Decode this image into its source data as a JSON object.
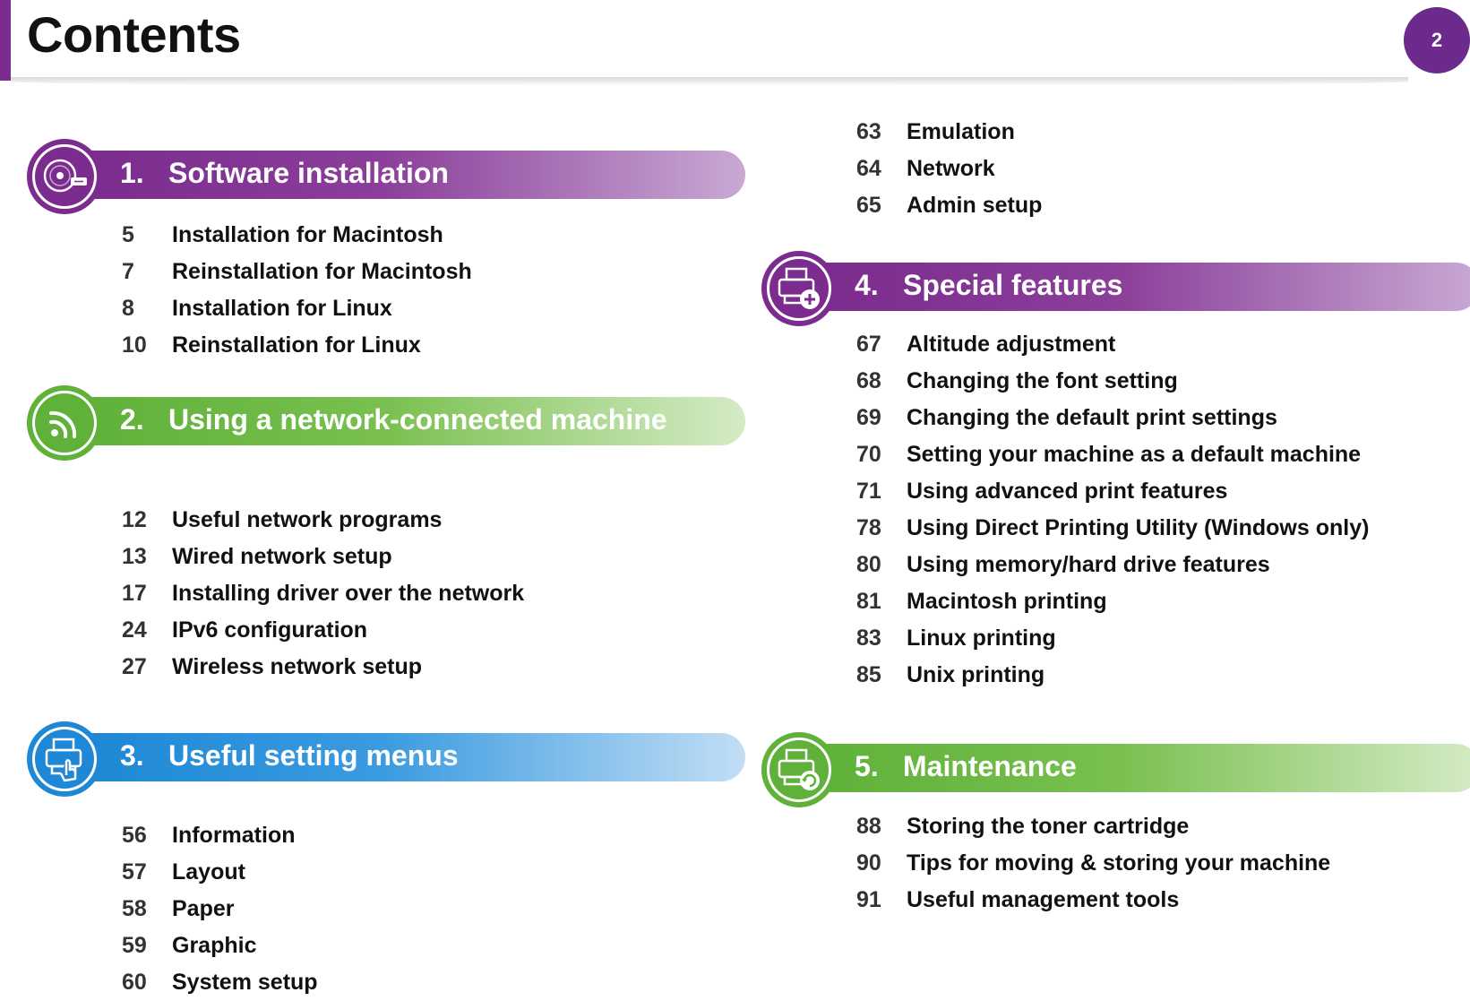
{
  "header": {
    "title": "Contents",
    "page_number": "2"
  },
  "colors": {
    "purple": "#7b2c8e",
    "green": "#5fb13a",
    "blue": "#1e88d6"
  },
  "chapters": [
    {
      "num": "1.",
      "title": "Software installation",
      "icon": "cd-usb-icon",
      "items": [
        {
          "page": "5",
          "text": "Installation for Macintosh"
        },
        {
          "page": "7",
          "text": "Reinstallation for Macintosh"
        },
        {
          "page": "8",
          "text": "Installation for Linux"
        },
        {
          "page": "10",
          "text": "Reinstallation for Linux"
        }
      ]
    },
    {
      "num": "2.",
      "title": "Using a network-connected machine",
      "icon": "wifi-signal-icon",
      "items": [
        {
          "page": "12",
          "text": "Useful network programs"
        },
        {
          "page": "13",
          "text": "Wired network setup"
        },
        {
          "page": "17",
          "text": "Installing driver over the network"
        },
        {
          "page": "24",
          "text": "IPv6 configuration"
        },
        {
          "page": "27",
          "text": "Wireless network setup"
        }
      ]
    },
    {
      "num": "3.",
      "title": "Useful setting menus",
      "icon": "printer-hand-icon",
      "items": [
        {
          "page": "56",
          "text": "Information"
        },
        {
          "page": "57",
          "text": "Layout"
        },
        {
          "page": "58",
          "text": "Paper"
        },
        {
          "page": "59",
          "text": "Graphic"
        },
        {
          "page": "60",
          "text": "System setup"
        },
        {
          "page": "63",
          "text": "Emulation"
        },
        {
          "page": "64",
          "text": "Network"
        },
        {
          "page": "65",
          "text": "Admin setup"
        }
      ]
    },
    {
      "num": "4.",
      "title": "Special features",
      "icon": "printer-plus-icon",
      "items": [
        {
          "page": "67",
          "text": "Altitude adjustment"
        },
        {
          "page": "68",
          "text": "Changing the font setting"
        },
        {
          "page": "69",
          "text": "Changing the default print settings"
        },
        {
          "page": "70",
          "text": "Setting your machine as a default machine"
        },
        {
          "page": "71",
          "text": "Using advanced print features"
        },
        {
          "page": "78",
          "text": "Using Direct Printing Utility (Windows only)"
        },
        {
          "page": "80",
          "text": "Using memory/hard drive features"
        },
        {
          "page": "81",
          "text": "Macintosh printing"
        },
        {
          "page": "83",
          "text": "Linux printing"
        },
        {
          "page": "85",
          "text": "Unix printing"
        }
      ]
    },
    {
      "num": "5.",
      "title": "Maintenance",
      "icon": "printer-refresh-icon",
      "items": [
        {
          "page": "88",
          "text": "Storing the toner cartridge"
        },
        {
          "page": "90",
          "text": "Tips for moving & storing your machine"
        },
        {
          "page": "91",
          "text": "Useful management tools"
        }
      ]
    }
  ]
}
